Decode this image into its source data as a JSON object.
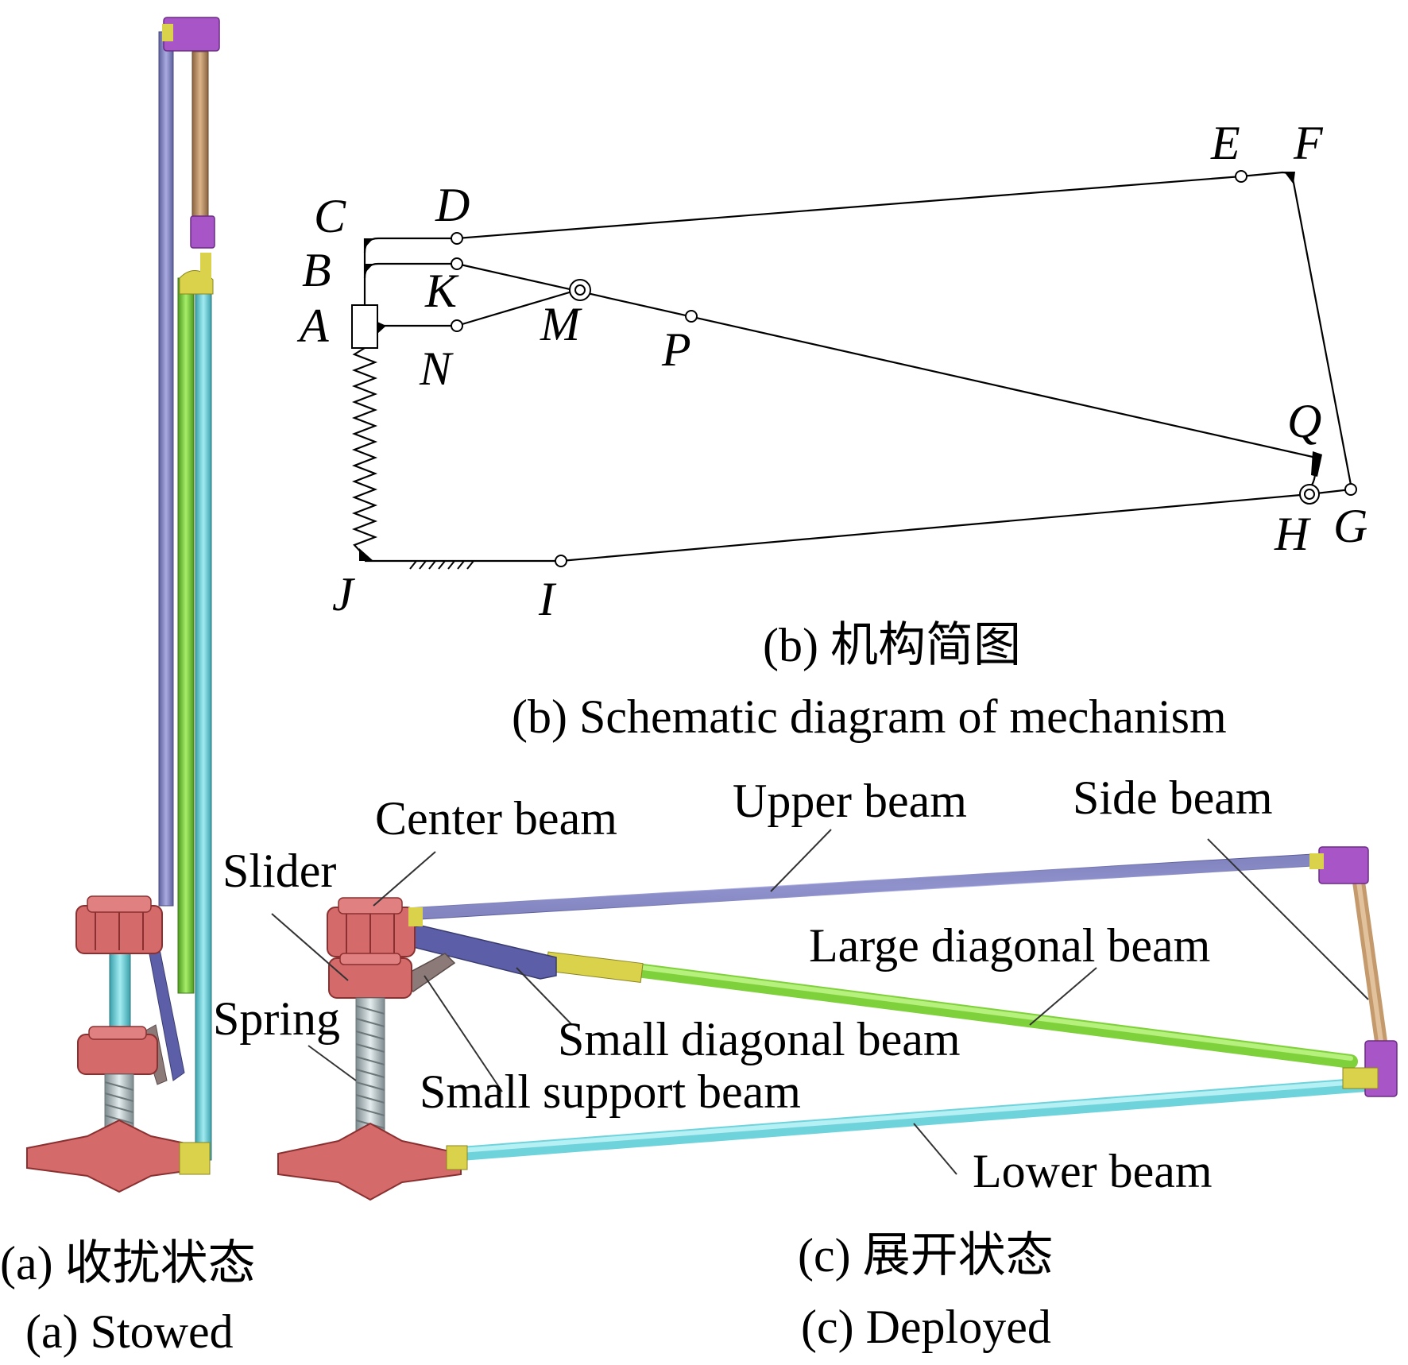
{
  "mechanism_points": {
    "A": "A",
    "B": "B",
    "C": "C",
    "D": "D",
    "E": "E",
    "F": "F",
    "G": "G",
    "H": "H",
    "I": "I",
    "J": "J",
    "K": "K",
    "M": "M",
    "N": "N",
    "P": "P",
    "Q": "Q"
  },
  "captions": {
    "b_cn": "(b) 机构简图",
    "b_en": "(b) Schematic diagram of mechanism",
    "a_cn": "(a) 收扰状态",
    "a_en": "(a) Stowed",
    "c_cn": "(c) 展开状态",
    "c_en": "(c) Deployed"
  },
  "callouts": {
    "center_beam": "Center beam",
    "upper_beam": "Upper beam",
    "side_beam": "Side beam",
    "slider": "Slider",
    "large_diagonal_beam": "Large diagonal beam",
    "spring": "Spring",
    "small_diagonal_beam": "Small diagonal beam",
    "small_support_beam": "Small support beam",
    "lower_beam": "Lower beam"
  },
  "colors": {
    "upper_beam": "#8a8cc8",
    "side_beam": "#c49a6c",
    "large_diagonal_beam": "#7fd13b",
    "lower_beam": "#6fd3dc",
    "small_diagonal_beam": "#5c5fa8",
    "small_support_beam": "#8b7a78",
    "joint_purple": "#a855c8",
    "joint_yellow": "#d9d24a",
    "hub_red": "#d46a6a",
    "spring": "#b8c4c8"
  }
}
